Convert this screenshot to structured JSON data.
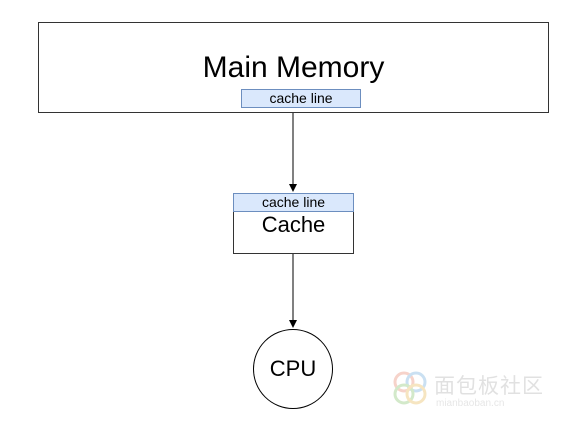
{
  "main_memory": {
    "title": "Main Memory",
    "cache_line_label": "cache line"
  },
  "cache": {
    "title": "Cache",
    "cache_line_label": "cache line"
  },
  "cpu": {
    "label": "CPU"
  },
  "watermark": {
    "text": "面包板社区",
    "subtext": "mianbaoban.cn"
  },
  "colors": {
    "cache_line_fill": "#dae8fc",
    "cache_line_border": "#6c8ebf",
    "box_border": "#333333"
  }
}
